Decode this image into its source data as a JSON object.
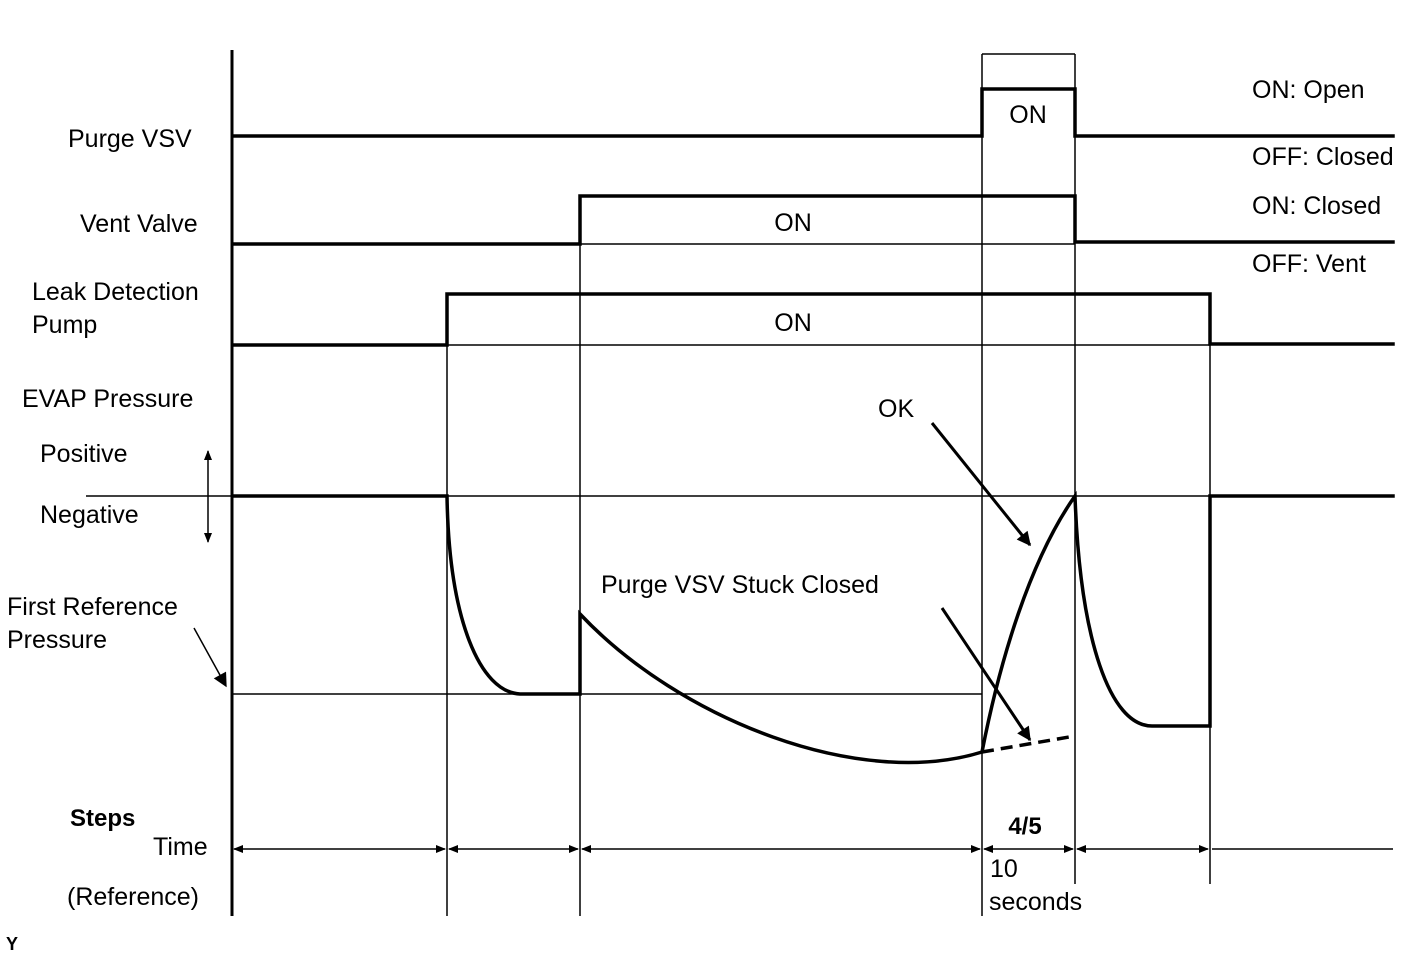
{
  "signals": {
    "purge_vsv": {
      "label": "Purge VSV",
      "on_text": "ON",
      "state_on": "ON: Open",
      "state_off": "OFF: Closed"
    },
    "vent_valve": {
      "label": "Vent Valve",
      "on_text": "ON",
      "state_on": "ON: Closed",
      "state_off": "OFF: Vent"
    },
    "leak_pump": {
      "label_line1": "Leak Detection",
      "label_line2": "Pump",
      "on_text": "ON"
    }
  },
  "pressure": {
    "title": "EVAP Pressure",
    "positive": "Positive",
    "negative": "Negative",
    "first_ref_line1": "First Reference",
    "first_ref_line2": "Pressure",
    "ok_label": "OK",
    "stuck_label": "Purge VSV Stuck Closed"
  },
  "steps": {
    "title": "Steps",
    "time": "Time",
    "reference": "(Reference)",
    "step_label": "4/5",
    "duration_line1": "10",
    "duration_line2": "seconds"
  },
  "corner_mark": "Y"
}
